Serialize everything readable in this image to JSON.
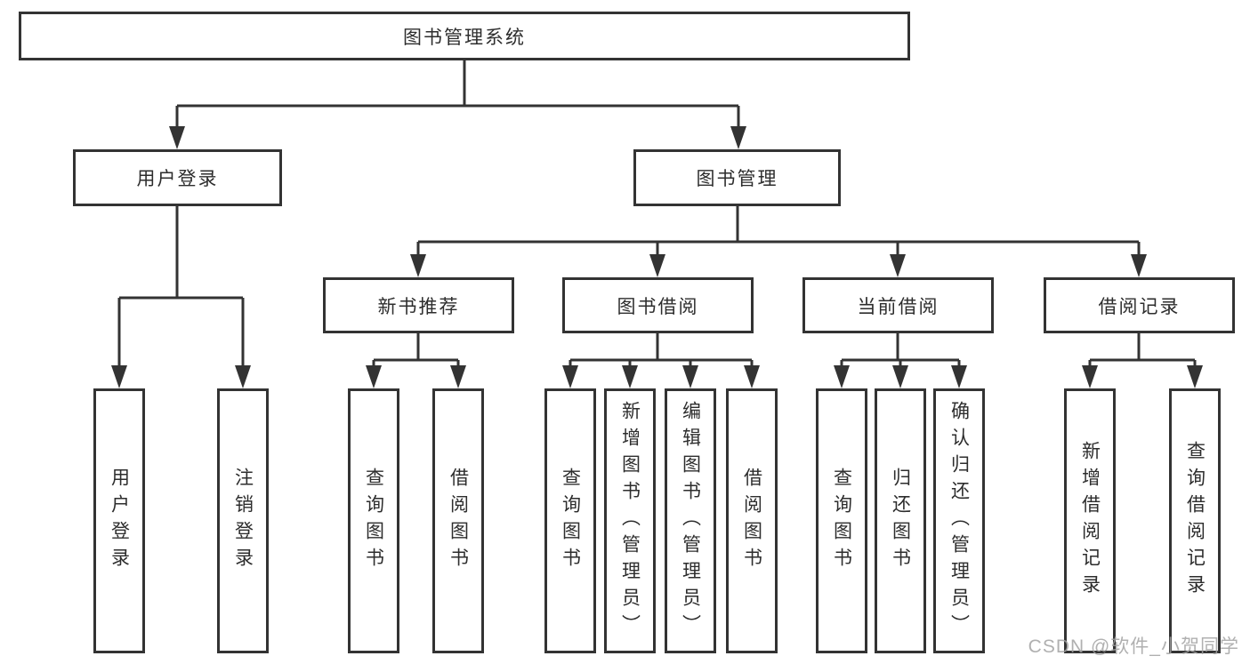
{
  "palette": {
    "background": "#ffffff",
    "line_color": "#333333",
    "node_border_color": "#333333",
    "text_color": "#2d2d2d",
    "watermark_color": "#a2a2a2"
  },
  "watermark": {
    "text": "CSDN @软件_小贺同学"
  },
  "tree": {
    "root": {
      "label": "图书管理系统"
    },
    "groups": [
      {
        "label": "用户登录",
        "leaves": [
          {
            "label": "用户登录"
          },
          {
            "label": "注销登录"
          }
        ]
      },
      {
        "label": "图书管理",
        "subgroups": [
          {
            "label": "新书推荐",
            "leaves": [
              {
                "label": "查询图书"
              },
              {
                "label": "借阅图书"
              }
            ]
          },
          {
            "label": "图书借阅",
            "leaves": [
              {
                "label": "查询图书"
              },
              {
                "label": "新增图书（管理员）"
              },
              {
                "label": "编辑图书（管理员）"
              },
              {
                "label": "借阅图书"
              }
            ]
          },
          {
            "label": "当前借阅",
            "leaves": [
              {
                "label": "查询图书"
              },
              {
                "label": "归还图书"
              },
              {
                "label": "确认归还（管理员）"
              }
            ]
          },
          {
            "label": "借阅记录",
            "leaves": [
              {
                "label": "新增借阅记录"
              },
              {
                "label": "查询借阅记录"
              }
            ]
          }
        ]
      }
    ]
  }
}
